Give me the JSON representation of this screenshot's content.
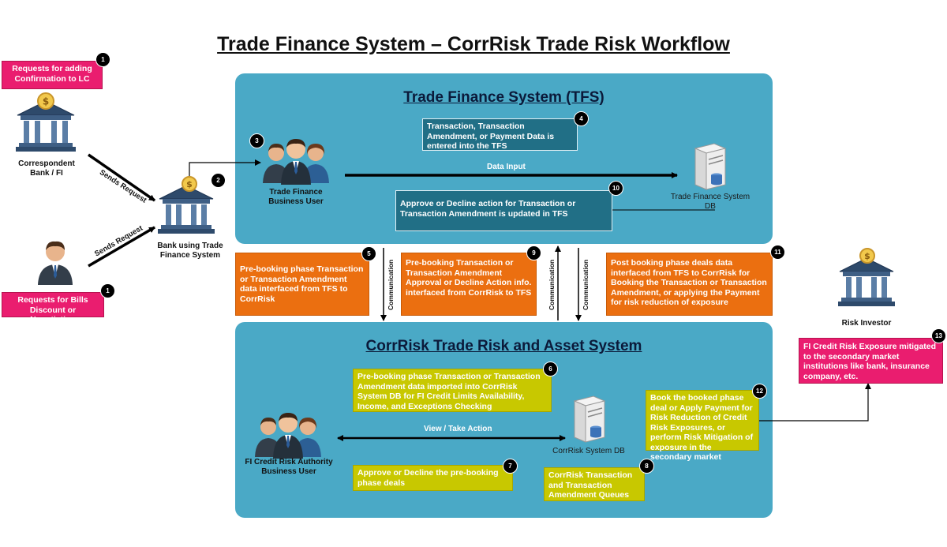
{
  "title": "Trade Finance System – CorrRisk Trade Risk Workflow",
  "panels": {
    "tfs": "Trade Finance System (TFS)",
    "corrrisk": "CorrRisk Trade Risk and Asset System"
  },
  "actors": {
    "correspondent": "Correspondent Bank / FI",
    "bank_tfs": "Bank using Trade Finance System",
    "tf_user": "Trade Finance Business User",
    "fi_user": "FI Credit Risk Authority Business User",
    "risk_investor": "Risk Investor",
    "tfs_db": "Trade Finance System DB",
    "corrrisk_db": "CorrRisk System DB"
  },
  "edges": {
    "sends_request_1": "Sends Request",
    "sends_request_2": "Sends Request",
    "data_input": "Data Input",
    "view_take_action": "View / Take Action",
    "comm_1": "Communication",
    "comm_2": "Communication",
    "comm_3": "Communication"
  },
  "steps": {
    "s1a": {
      "num": "1",
      "text": "Requests for adding Confirmation to LC"
    },
    "s1b": {
      "num": "1",
      "text": "Requests for Bills Discount or Negotiation"
    },
    "s2": {
      "num": "2"
    },
    "s3": {
      "num": "3"
    },
    "s4": {
      "num": "4",
      "text": "Transaction, Transaction Amendment, or Payment Data is entered into the TFS"
    },
    "s5": {
      "num": "5",
      "text": "Pre-booking phase Transaction or Transaction Amendment data interfaced from TFS to CorrRisk"
    },
    "s6": {
      "num": "6",
      "text": "Pre-booking phase Transaction or Transaction Amendment data imported into CorrRisk System DB for FI Credit Limits Availability, Income, and Exceptions Checking"
    },
    "s7": {
      "num": "7",
      "text": "Approve or Decline the pre-booking phase deals"
    },
    "s8": {
      "num": "8",
      "text": "CorrRisk Transaction and Transaction Amendment Queues"
    },
    "s9": {
      "num": "9",
      "text": "Pre-booking Transaction or Transaction Amendment Approval or Decline Action info. interfaced from CorrRisk to TFS"
    },
    "s10": {
      "num": "10",
      "text": "Approve or Decline action for Transaction or Transaction Amendment is updated in TFS"
    },
    "s11": {
      "num": "11",
      "text": "Post booking phase deals data interfaced from TFS to CorrRisk for Booking the Transaction or Transaction Amendment, or applying the Payment for risk reduction of exposure"
    },
    "s12": {
      "num": "12",
      "text": "Book the booked phase deal or Apply Payment for Risk Reduction of Credit Risk Exposures, or perform Risk Mitigation of exposure in the secondary market"
    },
    "s13": {
      "num": "13",
      "text": "FI Credit Risk Exposure mitigated to the secondary market institutions like bank, insurance company, etc."
    }
  },
  "colors": {
    "panel": "#4aa9c6",
    "request": "#ea1d6f",
    "tfs_step": "#216f86",
    "interface": "#eb6f10",
    "corrrisk_step": "#c8c800"
  },
  "icons": [
    "bank-icon",
    "person-icon",
    "people-group-icon",
    "server-database-icon",
    "dollar-coin-icon"
  ]
}
